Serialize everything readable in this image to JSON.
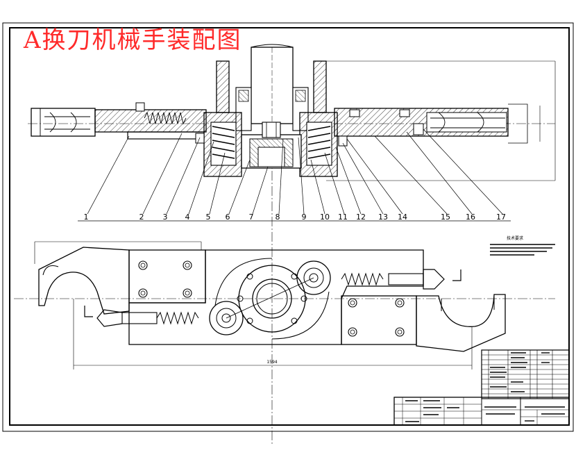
{
  "drawing": {
    "title": "A换刀机械手装配图",
    "title_color": "#ff2a2a",
    "line_color": "#000000",
    "centerline_color": "#000000",
    "background": "#ffffff"
  },
  "part_numbers": [
    "1",
    "2",
    "3",
    "4",
    "5",
    "6",
    "7",
    "8",
    "9",
    "10",
    "11",
    "12",
    "13",
    "14",
    "15",
    "16",
    "17"
  ],
  "tech_requirements": {
    "heading": "技术要求"
  },
  "dimension_labels": {
    "bottom_width": "1594"
  }
}
